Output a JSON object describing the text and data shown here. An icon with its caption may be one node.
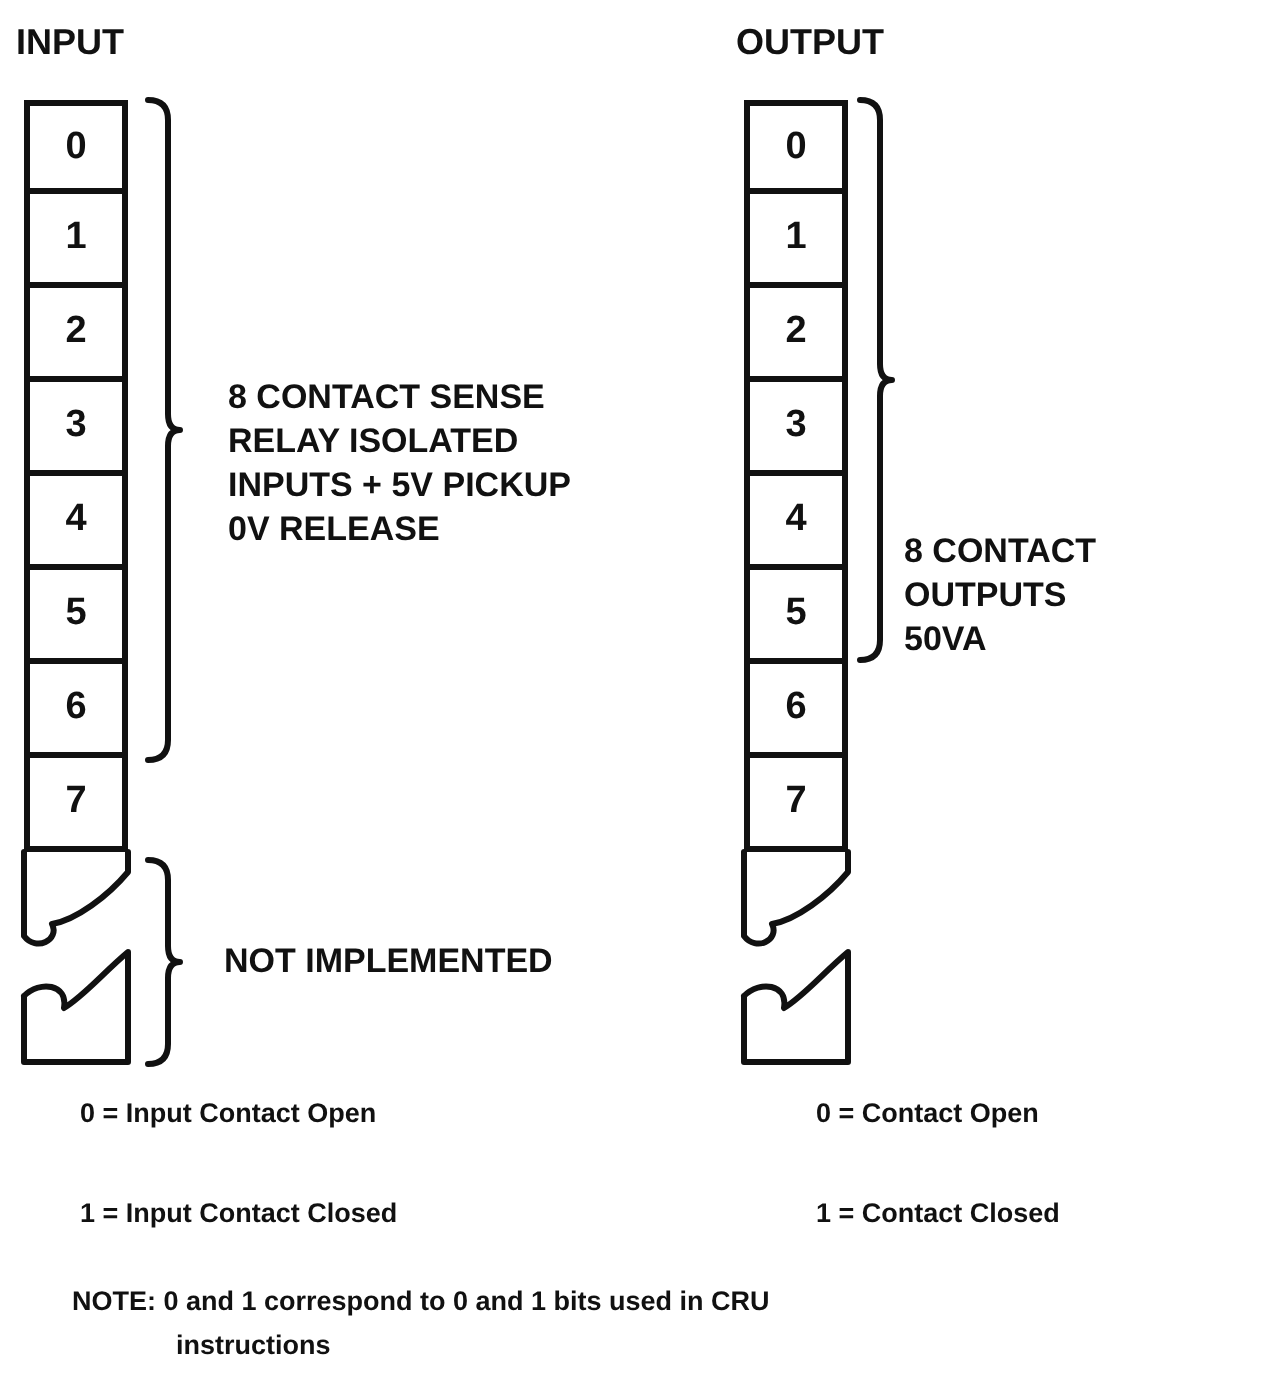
{
  "diagram": {
    "nodes": [
      {
        "text": [
          "0"
        ]
      },
      {
        "text": [
          "1"
        ]
      },
      {
        "text": [
          "2"
        ]
      },
      {
        "text": [
          "3"
        ]
      },
      {
        "text": [
          "4"
        ]
      },
      {
        "text": [
          "5"
        ]
      },
      {
        "text": [
          "6"
        ]
      },
      {
        "text": [
          "7"
        ]
      },
      {
        "text": [
          "0"
        ]
      },
      {
        "text": [
          "1"
        ]
      },
      {
        "text": [
          "2"
        ]
      },
      {
        "text": [
          "3"
        ]
      },
      {
        "text": [
          "4"
        ]
      },
      {
        "text": [
          "5"
        ]
      },
      {
        "text": [
          "6"
        ]
      },
      {
        "text": [
          "7"
        ]
      }
    ],
    "edges": [],
    "labels": [
      "INPUT",
      "OUTPUT",
      "8 CONTACT SENSE RELAY ISOLATED INPUTS + 5V PICKUP 0V RELEASE",
      "8 CONTACT OUTPUTS 50VA",
      "NOT IMPLEMENTED",
      "0 = Input Contact Open",
      "0 = Contact Open",
      "1 = Input Contact Closed",
      "1 = Contact Closed",
      "NOTE: 0 and 1 correspond to 0 and 1 bits used in CRU instructions"
    ]
  }
}
